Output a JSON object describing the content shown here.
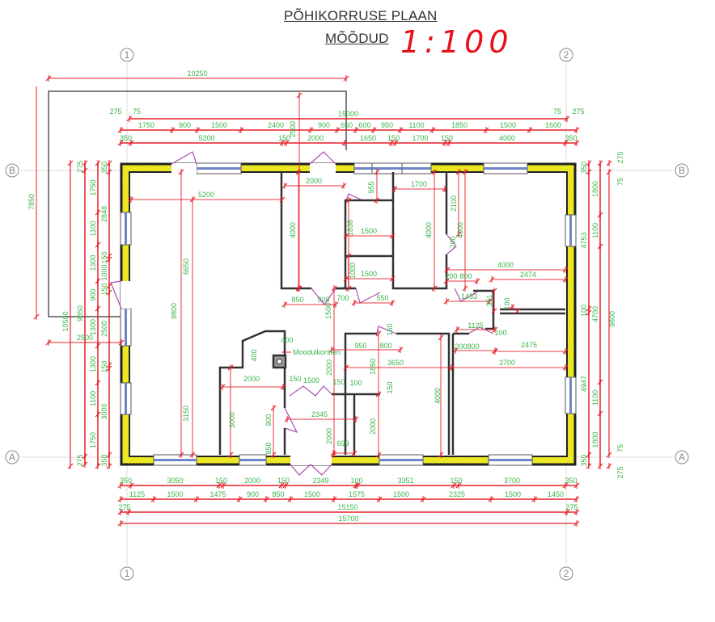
{
  "title": "PÕHIKORRUSE PLAAN",
  "subtitle": "MÕÕDUD",
  "scale_annotation": "1:100",
  "axes": {
    "col_left": "1",
    "col_right": "2",
    "row_top": "B",
    "row_bottom": "A"
  },
  "colors": {
    "dimension_line": "#e8202a",
    "dimension_text": "#3cb34a",
    "insulation": "#f4f02a",
    "window": "#6f86c6",
    "door_swing": "#b04db0",
    "wall": "#333333"
  },
  "dims": {
    "overhang": {
      "labels": [
        "10250"
      ]
    },
    "top_total": {
      "labels": [
        "15000"
      ],
      "left_notes": [
        "275",
        "75"
      ],
      "right_notes": [
        "75",
        "275"
      ]
    },
    "top_openings": {
      "labels": [
        "1750",
        "900",
        "1500",
        "2400",
        "900",
        "650",
        "600",
        "950",
        "1100",
        "1850",
        "1500",
        "1600"
      ]
    },
    "top_walls": {
      "labels": [
        "350",
        "5200",
        "150",
        "2000",
        "1650",
        "150",
        "1700",
        "150",
        "4000",
        "350"
      ]
    },
    "bottom_walls": {
      "labels": [
        "350",
        "3050",
        "150",
        "2000",
        "150",
        "2349",
        "100",
        "3351",
        "150",
        "3700",
        "350"
      ]
    },
    "bottom_openings": {
      "labels": [
        "1125",
        "1500",
        "1475",
        "900",
        "850",
        "1500",
        "1575",
        "1500",
        "2325",
        "1500",
        "1450"
      ]
    },
    "bottom_total": {
      "labels": [
        "275",
        "15150",
        "275"
      ]
    },
    "bottom_overall": {
      "labels": [
        "15700"
      ]
    },
    "left_overall": {
      "labels": [
        "10500"
      ]
    },
    "left_total": {
      "labels": [
        "275",
        "9850",
        "275"
      ]
    },
    "left_openings": {
      "labels": [
        "1750",
        "1100",
        "1300",
        "900",
        "1300",
        "1300",
        "1100",
        "1750"
      ]
    },
    "left_walls": {
      "labels": [
        "350",
        "2848",
        "150",
        "1000",
        "150",
        "2500",
        "150",
        "3000",
        "350"
      ]
    },
    "left_overhang": {
      "labels": [
        "7850"
      ]
    },
    "left_offset": {
      "labels": [
        "2500"
      ]
    },
    "right_walls": {
      "labels": [
        "350",
        "4753",
        "100",
        "4947",
        "350"
      ]
    },
    "right_openings": {
      "labels": [
        "1800",
        "1100",
        "4700",
        "1100",
        "1800"
      ]
    },
    "right_total": {
      "labels": [
        "9800"
      ],
      "top_notes": [
        "275",
        "75"
      ],
      "bottom_notes": [
        "75",
        "275"
      ]
    },
    "interior": [
      "2500",
      "5200",
      "6650",
      "9800",
      "3150",
      "2000",
      "955",
      "1700",
      "4000",
      "1838",
      "1500",
      "4000",
      "2100",
      "4000",
      "700",
      "1000",
      "1500",
      "4000",
      "2474",
      "200",
      "800",
      "850",
      "900",
      "1500",
      "700",
      "550",
      "1433",
      "351",
      "100",
      "1125",
      "100",
      "150",
      "400",
      "400",
      "950",
      "800",
      "200",
      "800",
      "2475",
      "3650",
      "3700",
      "1850",
      "2000",
      "150",
      "1500",
      "150",
      "100",
      "2000",
      "150",
      "2345",
      "3000",
      "900",
      "850",
      "2000",
      "2000",
      "4000",
      "699"
    ],
    "chimney_label": "Moodulkorsten"
  }
}
